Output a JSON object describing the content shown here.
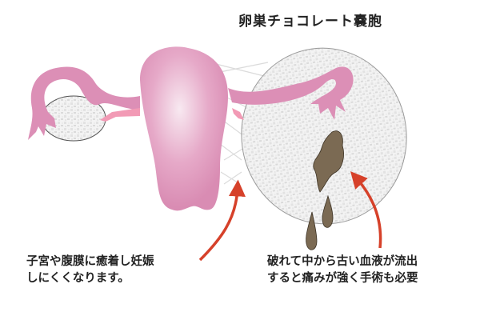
{
  "title": "卵巣チョコレート嚢胞",
  "captions": {
    "left": {
      "line1": "子宮や腹膜に癒着し妊娠",
      "line2": "しにくくなります。"
    },
    "right": {
      "line1": "破れて中から古い血液が流出",
      "line2": "すると痛みが強く手術も必要"
    }
  },
  "colors": {
    "uterus": "#dc8fb6",
    "uterus_highlight": "#f7e6ef",
    "tube_light": "#f29ab5",
    "ovary_fill": "#ededed",
    "old_blood": "#7b6a53",
    "arrow": "#d6412a",
    "text": "#222222"
  }
}
